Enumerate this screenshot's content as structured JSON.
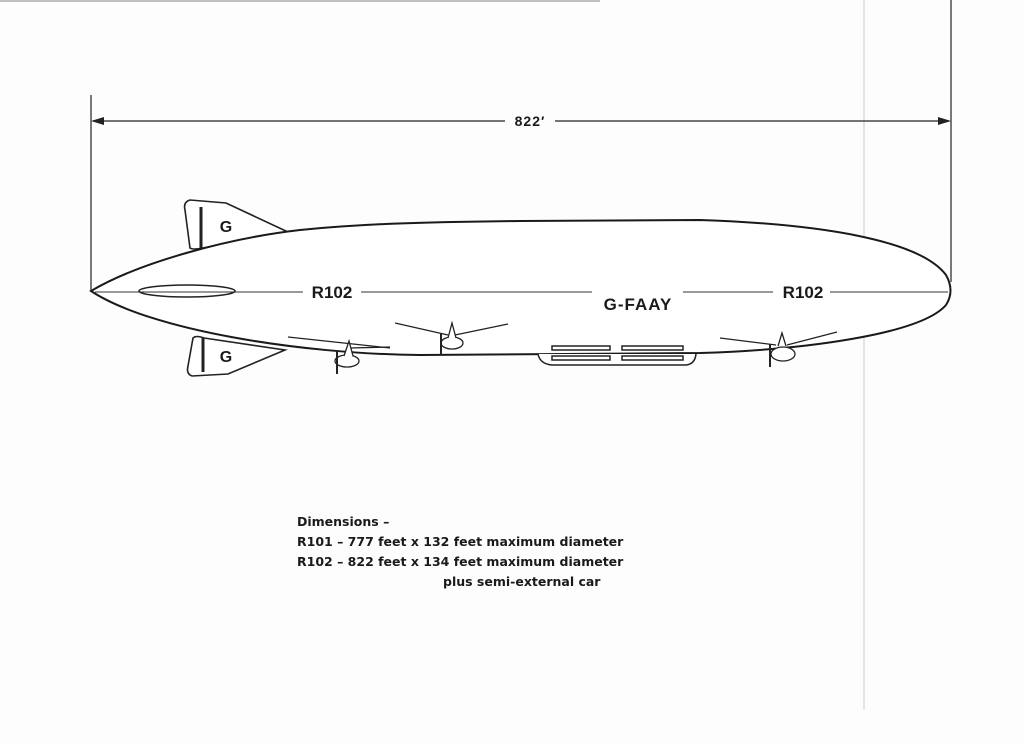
{
  "diagram": {
    "overall_length_label": "822′",
    "fin_letter_top": "G",
    "fin_letter_bottom": "G",
    "name_fore": "R102",
    "registration": "G-FAAY",
    "name_aft": "R102"
  },
  "notes": {
    "heading": "Dimensions –",
    "line_r101": "R101 – 777 feet x 132 feet maximum diameter",
    "line_r102": "R102 – 822 feet x 134 feet maximum diameter",
    "line_r102_cont": "plus semi-external car"
  }
}
